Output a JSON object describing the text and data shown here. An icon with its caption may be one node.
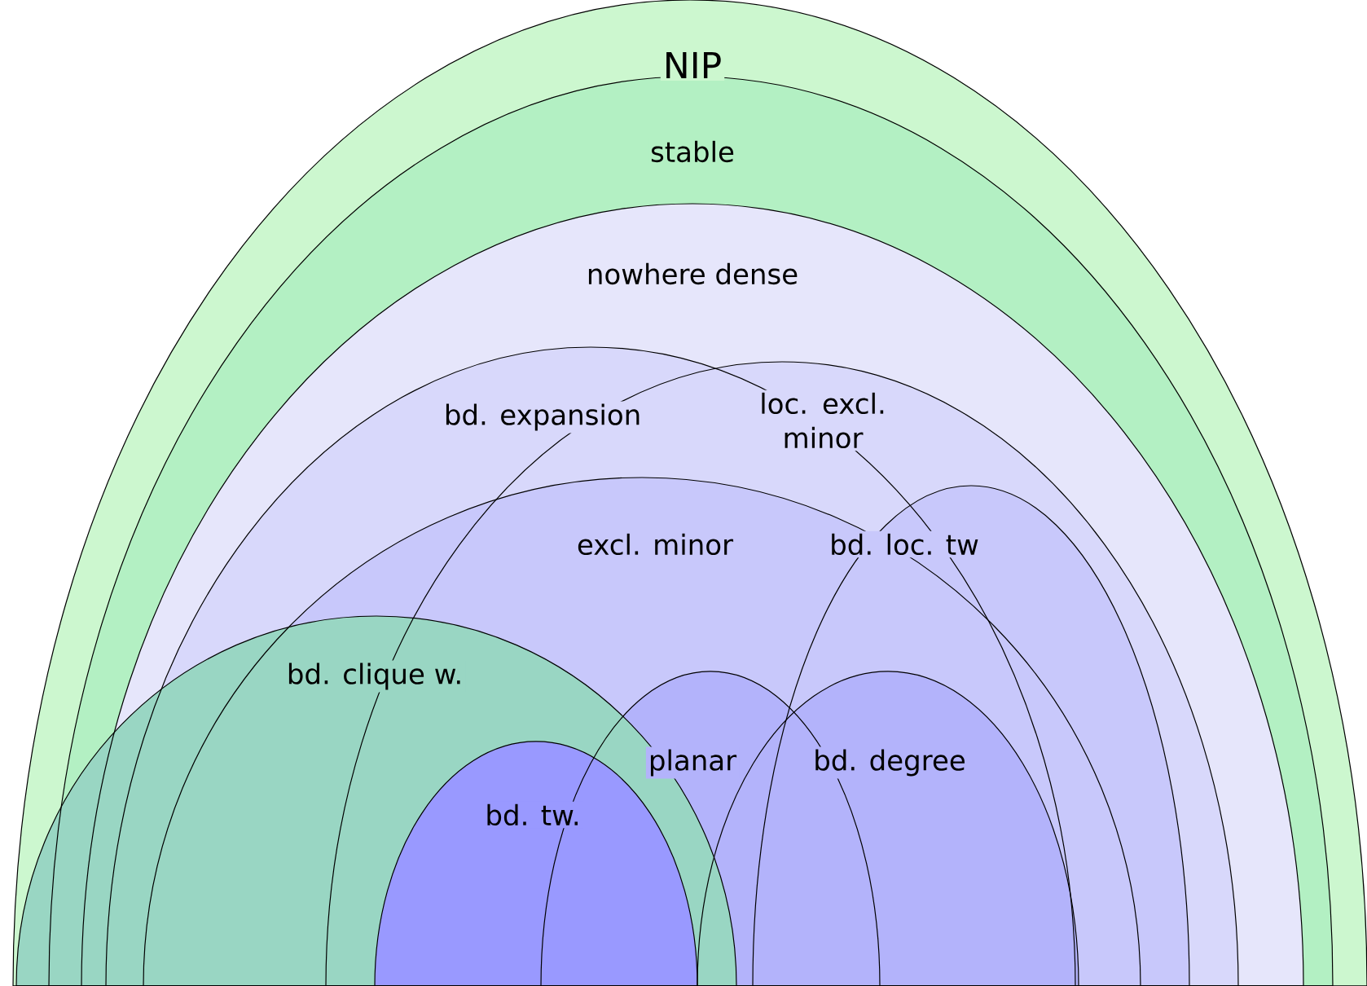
{
  "diagram": {
    "nodes": [
      {
        "text": [
          "NIP"
        ]
      },
      {
        "text": [
          "stable"
        ]
      },
      {
        "text": [
          "nowhere dense"
        ]
      },
      {
        "text": [
          "bd. expansion"
        ]
      },
      {
        "text": [
          "loc. excl. minor"
        ]
      },
      {
        "text": [
          "excl. minor"
        ]
      },
      {
        "text": [
          "bd. loc. tw"
        ]
      },
      {
        "text": [
          "bd. clique w."
        ]
      },
      {
        "text": [
          "planar"
        ]
      },
      {
        "text": [
          "bd. degree"
        ]
      },
      {
        "text": [
          "bd. tw."
        ]
      }
    ]
  }
}
